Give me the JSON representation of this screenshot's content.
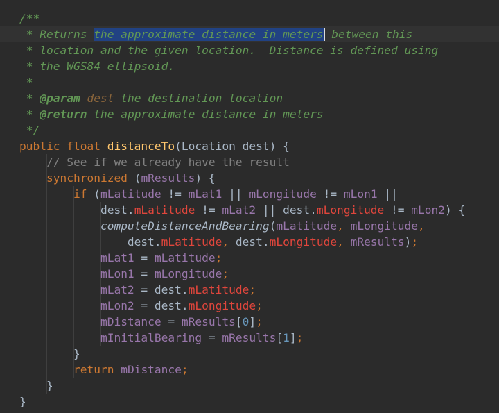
{
  "editor": {
    "language": "Java",
    "theme": "Darcula",
    "colors": {
      "background": "#2b2b2b",
      "current_line": "#323232",
      "selection": "#214283",
      "doc_comment": "#629755",
      "keyword": "#cc7832",
      "method": "#ffc66d",
      "field": "#9876aa",
      "field_ref": "#e0463c",
      "number": "#6897bb",
      "line_comment": "#808080",
      "text": "#a9b7c6"
    },
    "selected_text": "the approximate distance in meters",
    "lines": [
      {
        "current": false,
        "tokens": [
          {
            "t": "/**",
            "c": "doc"
          }
        ]
      },
      {
        "current": true,
        "tokens": [
          {
            "t": " * Returns ",
            "c": "doc"
          },
          {
            "t": "the approximate distance in meters",
            "c": "doc",
            "sel": true
          },
          {
            "t": " between this",
            "c": "doc",
            "caret_before": true
          }
        ]
      },
      {
        "current": false,
        "tokens": [
          {
            "t": " * location and the given location.  Distance is defined using",
            "c": "doc"
          }
        ]
      },
      {
        "current": false,
        "tokens": [
          {
            "t": " * the WGS84 ellipsoid.",
            "c": "doc"
          }
        ]
      },
      {
        "current": false,
        "tokens": [
          {
            "t": " *",
            "c": "doc"
          }
        ]
      },
      {
        "current": false,
        "tokens": [
          {
            "t": " * ",
            "c": "doc"
          },
          {
            "t": "@param",
            "c": "doctag"
          },
          {
            "t": " ",
            "c": "doc"
          },
          {
            "t": "dest",
            "c": "docparam"
          },
          {
            "t": " the destination location",
            "c": "doc"
          }
        ]
      },
      {
        "current": false,
        "tokens": [
          {
            "t": " * ",
            "c": "doc"
          },
          {
            "t": "@return",
            "c": "doctag"
          },
          {
            "t": " the approximate distance in meters",
            "c": "doc"
          }
        ]
      },
      {
        "current": false,
        "tokens": [
          {
            "t": " */",
            "c": "doc"
          }
        ]
      },
      {
        "current": false,
        "tokens": [
          {
            "t": "public float ",
            "c": "kw"
          },
          {
            "t": "distanceTo",
            "c": "method"
          },
          {
            "t": "(Location dest) {",
            "c": "plain"
          }
        ]
      },
      {
        "current": false,
        "tokens": [
          {
            "t": "    ",
            "c": "plain"
          },
          {
            "t": "// See if we already have the result",
            "c": "comment"
          }
        ]
      },
      {
        "current": false,
        "tokens": [
          {
            "t": "    ",
            "c": "plain"
          },
          {
            "t": "synchronized ",
            "c": "kw"
          },
          {
            "t": "(",
            "c": "plain"
          },
          {
            "t": "mResults",
            "c": "field"
          },
          {
            "t": ") {",
            "c": "plain"
          }
        ]
      },
      {
        "current": false,
        "tokens": [
          {
            "t": "        ",
            "c": "plain"
          },
          {
            "t": "if ",
            "c": "kw"
          },
          {
            "t": "(",
            "c": "plain"
          },
          {
            "t": "mLatitude",
            "c": "field"
          },
          {
            "t": " != ",
            "c": "plain"
          },
          {
            "t": "mLat1",
            "c": "field"
          },
          {
            "t": " || ",
            "c": "plain"
          },
          {
            "t": "mLongitude",
            "c": "field"
          },
          {
            "t": " != ",
            "c": "plain"
          },
          {
            "t": "mLon1",
            "c": "field"
          },
          {
            "t": " ||",
            "c": "plain"
          }
        ]
      },
      {
        "current": false,
        "tokens": [
          {
            "t": "            dest.",
            "c": "plain"
          },
          {
            "t": "mLatitude",
            "c": "fieldref"
          },
          {
            "t": " != ",
            "c": "plain"
          },
          {
            "t": "mLat2",
            "c": "field"
          },
          {
            "t": " || dest.",
            "c": "plain"
          },
          {
            "t": "mLongitude",
            "c": "fieldref"
          },
          {
            "t": " != ",
            "c": "plain"
          },
          {
            "t": "mLon2",
            "c": "field"
          },
          {
            "t": ") {",
            "c": "plain"
          }
        ]
      },
      {
        "current": false,
        "tokens": [
          {
            "t": "            ",
            "c": "plain"
          },
          {
            "t": "computeDistanceAndBearing",
            "c": "static"
          },
          {
            "t": "(",
            "c": "plain"
          },
          {
            "t": "mLatitude",
            "c": "field"
          },
          {
            "t": ", ",
            "c": "kw"
          },
          {
            "t": "mLongitude",
            "c": "field"
          },
          {
            "t": ",",
            "c": "kw"
          }
        ]
      },
      {
        "current": false,
        "tokens": [
          {
            "t": "                dest.",
            "c": "plain"
          },
          {
            "t": "mLatitude",
            "c": "fieldref"
          },
          {
            "t": ", ",
            "c": "kw"
          },
          {
            "t": "dest.",
            "c": "plain"
          },
          {
            "t": "mLongitude",
            "c": "fieldref"
          },
          {
            "t": ", ",
            "c": "kw"
          },
          {
            "t": "mResults",
            "c": "field"
          },
          {
            "t": ")",
            "c": "plain"
          },
          {
            "t": ";",
            "c": "kw"
          }
        ]
      },
      {
        "current": false,
        "tokens": [
          {
            "t": "            ",
            "c": "plain"
          },
          {
            "t": "mLat1",
            "c": "field"
          },
          {
            "t": " = ",
            "c": "plain"
          },
          {
            "t": "mLatitude",
            "c": "field"
          },
          {
            "t": ";",
            "c": "kw"
          }
        ]
      },
      {
        "current": false,
        "tokens": [
          {
            "t": "            ",
            "c": "plain"
          },
          {
            "t": "mLon1",
            "c": "field"
          },
          {
            "t": " = ",
            "c": "plain"
          },
          {
            "t": "mLongitude",
            "c": "field"
          },
          {
            "t": ";",
            "c": "kw"
          }
        ]
      },
      {
        "current": false,
        "tokens": [
          {
            "t": "            ",
            "c": "plain"
          },
          {
            "t": "mLat2",
            "c": "field"
          },
          {
            "t": " = dest.",
            "c": "plain"
          },
          {
            "t": "mLatitude",
            "c": "fieldref"
          },
          {
            "t": ";",
            "c": "kw"
          }
        ]
      },
      {
        "current": false,
        "tokens": [
          {
            "t": "            ",
            "c": "plain"
          },
          {
            "t": "mLon2",
            "c": "field"
          },
          {
            "t": " = dest.",
            "c": "plain"
          },
          {
            "t": "mLongitude",
            "c": "fieldref"
          },
          {
            "t": ";",
            "c": "kw"
          }
        ]
      },
      {
        "current": false,
        "tokens": [
          {
            "t": "            ",
            "c": "plain"
          },
          {
            "t": "mDistance",
            "c": "field"
          },
          {
            "t": " = ",
            "c": "plain"
          },
          {
            "t": "mResults",
            "c": "field"
          },
          {
            "t": "[",
            "c": "plain"
          },
          {
            "t": "0",
            "c": "num"
          },
          {
            "t": "]",
            "c": "plain"
          },
          {
            "t": ";",
            "c": "kw"
          }
        ]
      },
      {
        "current": false,
        "tokens": [
          {
            "t": "            ",
            "c": "plain"
          },
          {
            "t": "mInitialBearing",
            "c": "field"
          },
          {
            "t": " = ",
            "c": "plain"
          },
          {
            "t": "mResults",
            "c": "field"
          },
          {
            "t": "[",
            "c": "plain"
          },
          {
            "t": "1",
            "c": "num"
          },
          {
            "t": "]",
            "c": "plain"
          },
          {
            "t": ";",
            "c": "kw"
          }
        ]
      },
      {
        "current": false,
        "tokens": [
          {
            "t": "        }",
            "c": "plain"
          }
        ]
      },
      {
        "current": false,
        "tokens": [
          {
            "t": "        ",
            "c": "plain"
          },
          {
            "t": "return ",
            "c": "kw"
          },
          {
            "t": "mDistance",
            "c": "field"
          },
          {
            "t": ";",
            "c": "kw"
          }
        ]
      },
      {
        "current": false,
        "tokens": [
          {
            "t": "    }",
            "c": "plain"
          }
        ]
      },
      {
        "current": false,
        "tokens": [
          {
            "t": "}",
            "c": "plain"
          }
        ]
      }
    ]
  }
}
